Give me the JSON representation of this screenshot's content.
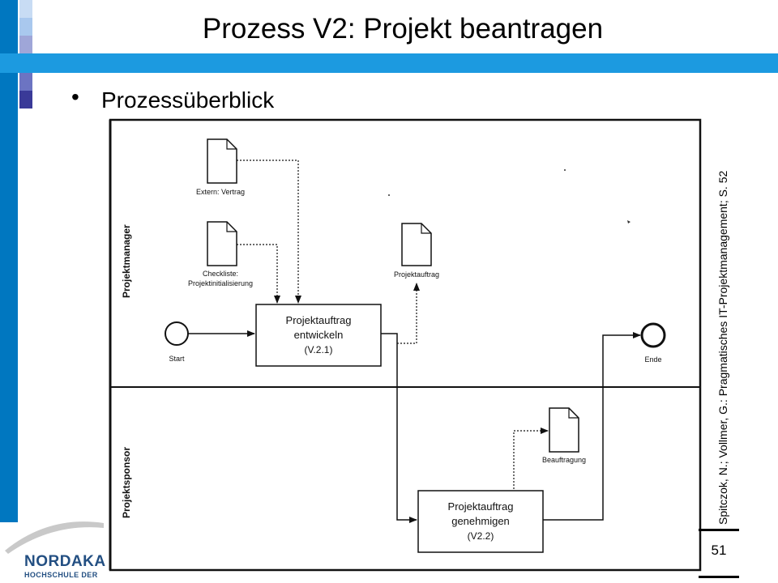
{
  "slide": {
    "title": "Prozess V2: Projekt beantragen",
    "bullet": "Prozessüberblick",
    "source": "Spitczok, N.; Vollmer, G.: Pragmatisches IT-Projektmanagement; S. 52",
    "page_number": "51"
  },
  "logo": {
    "name": "NORDAKA",
    "subtitle": "HOCHSCHULE DER"
  },
  "colors": {
    "primary_blue": "#0077c0",
    "light_blue": "#1c9ae0",
    "logo_blue": "#234f82"
  },
  "diagram": {
    "lanes": {
      "manager": "Projektmanager",
      "sponsor": "Projektsponsor"
    },
    "events": {
      "start": "Start",
      "end": "Ende"
    },
    "documents": {
      "vertrag": "Extern: Vertrag",
      "checkliste_line1": "Checkliste:",
      "checkliste_line2": "Projektinitialisierung",
      "projektauftrag": "Projektauftrag",
      "beauftragung": "Beauftragung"
    },
    "tasks": {
      "develop_line1": "Projektauftrag",
      "develop_line2": "entwickeln",
      "develop_line3": "(V.2.1)",
      "approve_line1": "Projektauftrag",
      "approve_line2": "genehmigen",
      "approve_line3": "(V2.2)"
    }
  }
}
